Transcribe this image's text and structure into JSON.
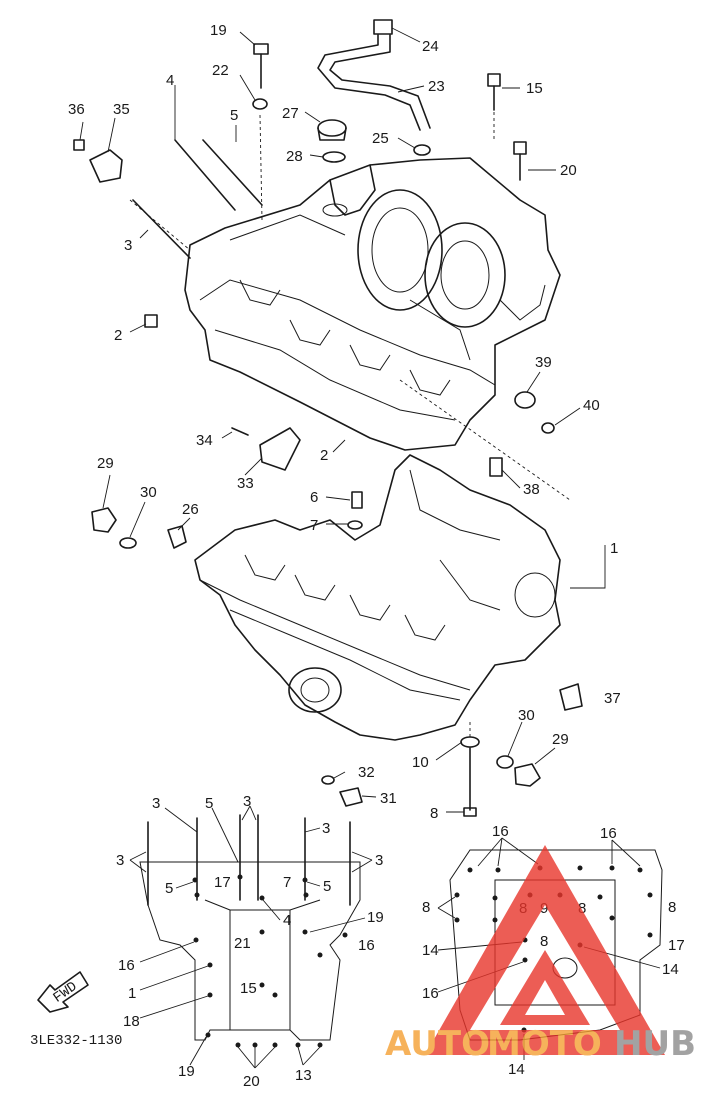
{
  "diagram": {
    "part_code": "3LE332-1130",
    "fwd_label": "FWD",
    "callouts": {
      "c1": "19",
      "c2": "24",
      "c3": "22",
      "c4": "23",
      "c5": "15",
      "c6": "4",
      "c7": "5",
      "c8": "27",
      "c9": "36",
      "c10": "35",
      "c11": "25",
      "c12": "28",
      "c13": "20",
      "c14": "3",
      "c15": "2",
      "c16": "39",
      "c17": "40",
      "c18": "34",
      "c19": "2",
      "c20": "29",
      "c21": "33",
      "c22": "38",
      "c23": "30",
      "c24": "26",
      "c25": "6",
      "c26": "7",
      "c27": "1",
      "c28": "37",
      "c29": "30",
      "c30": "29",
      "c31": "10",
      "c32": "32",
      "c33": "31",
      "c34": "8"
    },
    "lower_left": {
      "l1": "3",
      "l2": "5",
      "l3": "3",
      "l4": "3",
      "l5": "3",
      "l6": "3",
      "l7": "5",
      "l8": "17",
      "l9": "7",
      "l10": "5",
      "l11": "4",
      "l12": "19",
      "l13": "16",
      "l14": "21",
      "l15": "16",
      "l16": "1",
      "l17": "15",
      "l18": "18",
      "l19": "19",
      "l20": "20",
      "l21": "13"
    },
    "lower_right": {
      "r1": "16",
      "r2": "16",
      "r3": "8",
      "r4": "8",
      "r5": "9",
      "r6": "8",
      "r7": "8",
      "r8": "8",
      "r9": "17",
      "r10": "14",
      "r11": "14",
      "r12": "16",
      "r13": "14"
    }
  },
  "watermark": {
    "brand_part1": "AUTO",
    "brand_part2": "MOTO",
    "brand_part3": "HUB",
    "colors": {
      "red": "#e8352b",
      "orange": "#f4a033",
      "grey": "#8c8c8c"
    }
  }
}
